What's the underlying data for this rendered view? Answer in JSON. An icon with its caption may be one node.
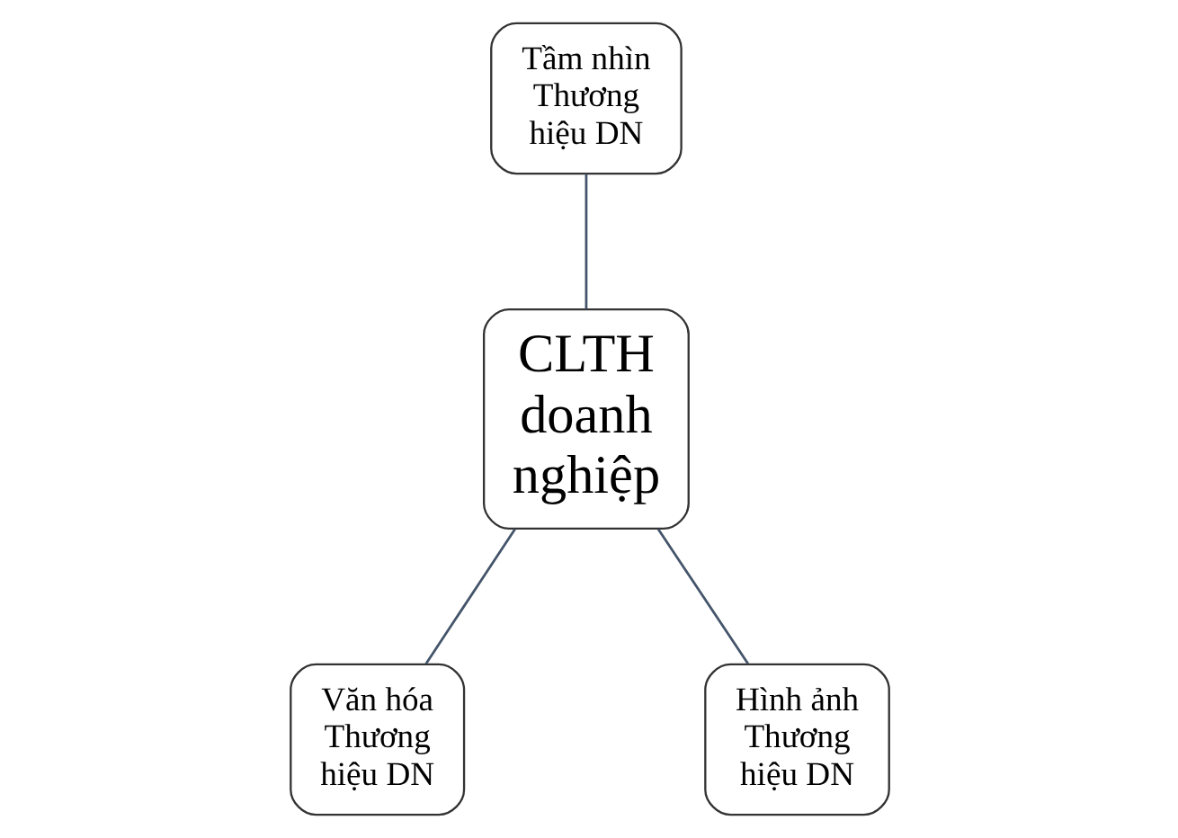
{
  "diagram": {
    "nodes": [
      {
        "text": [
          "Tầm nhìn Thương hiệu DN"
        ]
      },
      {
        "text": [
          "CLTH doanh nghiệp"
        ]
      },
      {
        "text": [
          "Văn hóa Thương hiệu DN"
        ]
      },
      {
        "text": [
          "Hình ảnh Thương hiệu DN"
        ]
      }
    ],
    "edges": [
      {
        "from": 0,
        "to": 1,
        "arrow": "none"
      },
      {
        "from": 1,
        "to": 2,
        "arrow": "none"
      },
      {
        "from": 1,
        "to": 3,
        "arrow": "none"
      }
    ]
  }
}
